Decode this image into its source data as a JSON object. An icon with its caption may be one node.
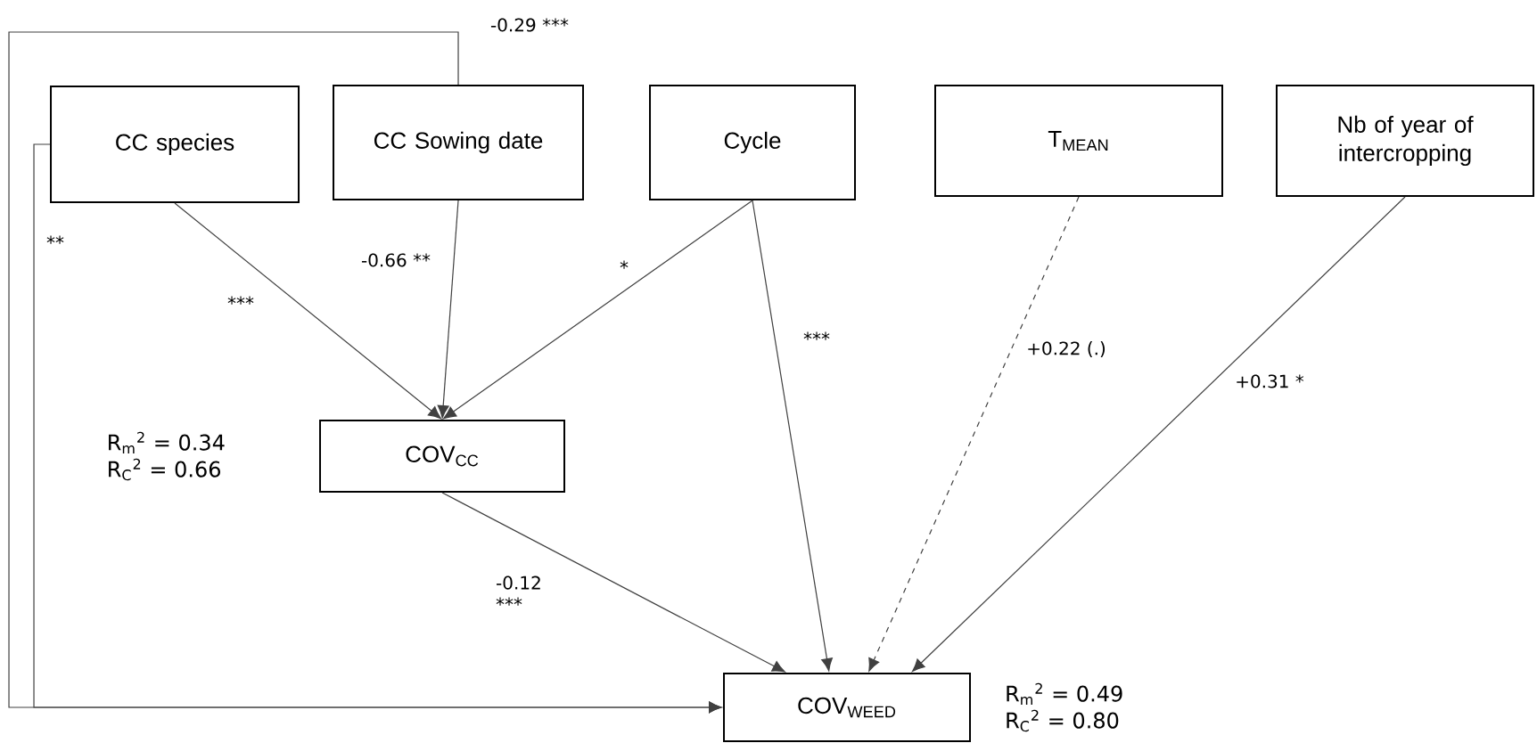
{
  "diagram": {
    "nodes": [
      {
        "text": [
          "CC species"
        ]
      },
      {
        "text": [
          "CC Sowing date"
        ]
      },
      {
        "text": [
          "Cycle"
        ]
      },
      {
        "text": [
          "T$_{MEAN}$"
        ]
      },
      {
        "text": [
          "Nb of year of intercropping"
        ]
      },
      {
        "text": [
          "COV$_{CC}$"
        ],
        "beside": [
          "R$_{m}$$^{2}$ = 0.34",
          "R$_{C}$$^{2}$ = 0.66"
        ]
      },
      {
        "text": [
          "COV$_{WEED}$"
        ],
        "beside": [
          "R$_{m}$$^{2}$ = 0.49",
          "R$_{C}$$^{2}$ = 0.80"
        ]
      }
    ],
    "edges": [
      {
        "from": 0,
        "to": 5,
        "arrow": "to",
        "label": "***"
      },
      {
        "from": 1,
        "to": 5,
        "arrow": "to",
        "label": "-0.66 **"
      },
      {
        "from": 2,
        "to": 5,
        "arrow": "to",
        "label": "*"
      },
      {
        "from": 2,
        "to": 6,
        "arrow": "to",
        "label": "***"
      },
      {
        "from": 3,
        "to": 6,
        "arrow": "to",
        "label": "+0.22 (.)",
        "style": "dashed"
      },
      {
        "from": 4,
        "to": 6,
        "arrow": "to",
        "label": "+0.31 *"
      },
      {
        "from": 5,
        "to": 6,
        "arrow": "to",
        "label": "-0.12 ***"
      },
      {
        "from": 1,
        "to": 6,
        "arrow": "to",
        "label": "-0.29 ***"
      },
      {
        "from": 0,
        "to": 6,
        "arrow": "to",
        "label": "**"
      }
    ]
  }
}
